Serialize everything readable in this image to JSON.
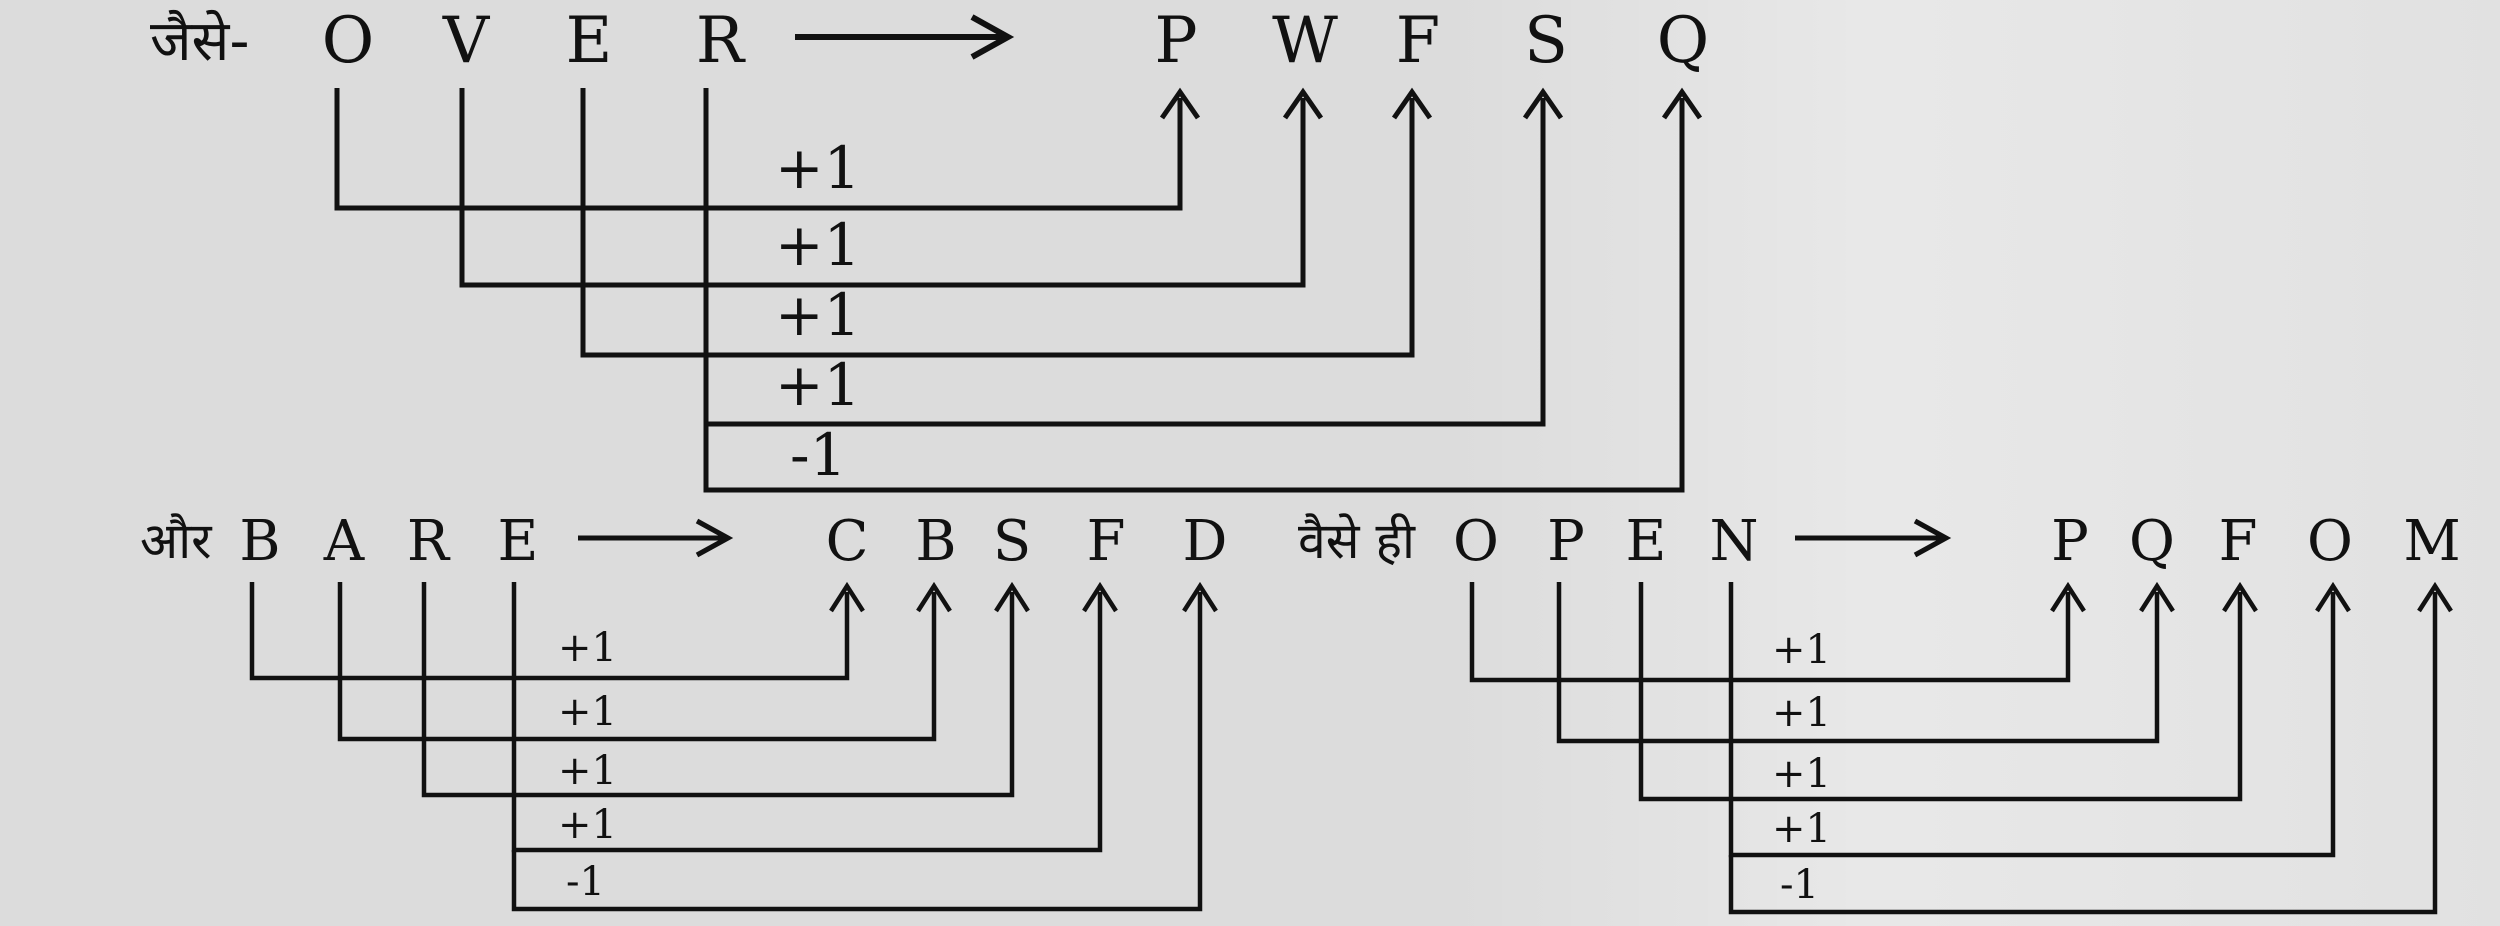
{
  "diagram": {
    "example1": {
      "prefix": "जैसे-",
      "source": [
        "O",
        "V",
        "E",
        "R"
      ],
      "target": [
        "P",
        "W",
        "F",
        "S",
        "Q"
      ],
      "ops": [
        "+1",
        "+1",
        "+1",
        "+1",
        "-1"
      ]
    },
    "example2": {
      "prefix": "और",
      "source": [
        "B",
        "A",
        "R",
        "E"
      ],
      "target": [
        "C",
        "B",
        "S",
        "F",
        "D"
      ],
      "ops": [
        "+1",
        "+1",
        "+1",
        "+1",
        "-1"
      ]
    },
    "example3": {
      "prefix": "वैसे ही",
      "source": [
        "O",
        "P",
        "E",
        "N"
      ],
      "target": [
        "P",
        "Q",
        "F",
        "O",
        "M"
      ],
      "ops": [
        "+1",
        "+1",
        "+1",
        "+1",
        "-1"
      ]
    }
  }
}
